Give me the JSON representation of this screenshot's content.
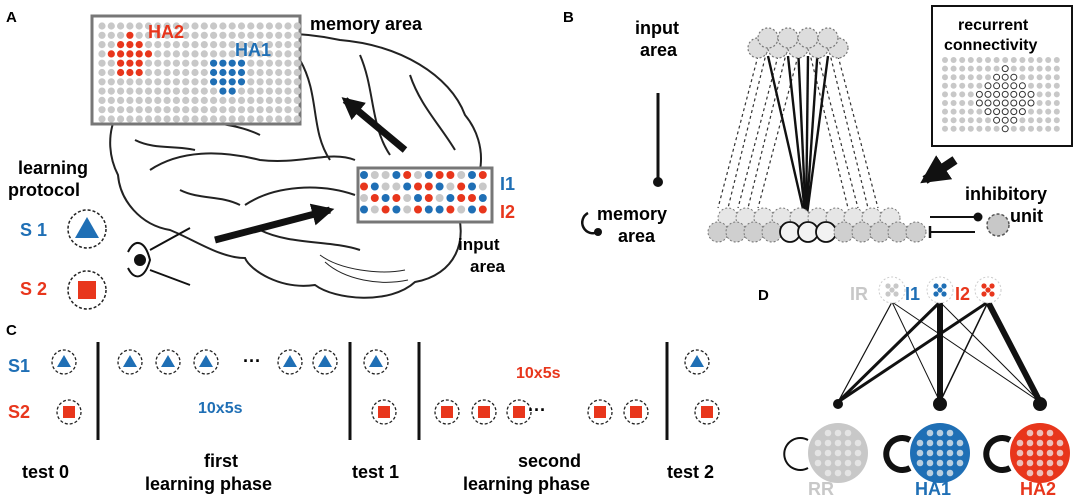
{
  "panels": {
    "A": {
      "letter": "A",
      "memory_area_label": "memory area",
      "ha2_label": "HA2",
      "ha1_label": "HA1",
      "protocol_line1": "learning",
      "protocol_line2": "protocol",
      "s1_label": "S 1",
      "s2_label": "S 2",
      "i1_label": "I1",
      "i2_label": "I2",
      "input_area_line1": "input",
      "input_area_line2": "area"
    },
    "B": {
      "letter": "B",
      "input_area_line1": "input",
      "input_area_line2": "area",
      "memory_area_line1": "memory",
      "memory_area_line2": "area",
      "recurrent_line1": "recurrent",
      "recurrent_line2": "connectivity",
      "inhibitory_line1": "inhibitory",
      "inhibitory_line2": "unit"
    },
    "C": {
      "letter": "C",
      "s1_label": "S1",
      "s2_label": "S2",
      "dots": "···",
      "duration_first": "10x5s",
      "duration_second": "10x5s",
      "phases": [
        "test 0",
        "first",
        "learning phase",
        "test 1",
        "second",
        "learning phase",
        "test 2"
      ]
    },
    "D": {
      "letter": "D",
      "ir_label": "IR",
      "i1_label": "I1",
      "i2_label": "I2",
      "rr_label": "RR",
      "ha1_label": "HA1",
      "ha2_label": "HA2"
    }
  },
  "colors": {
    "blue": "#1f6fb5",
    "red": "#e8361c",
    "gray": "#c8c8c8",
    "dark": "#111111"
  }
}
